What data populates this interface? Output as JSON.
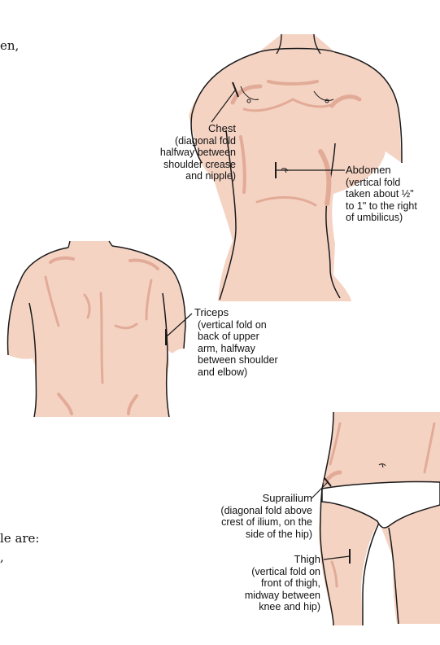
{
  "page_fragments": {
    "top": "en,",
    "bottom1": "le are:",
    "bottom2": ","
  },
  "sites": {
    "chest": {
      "title": "Chest",
      "lines": [
        "(diagonal fold",
        "halfway between",
        "shoulder crease",
        "and nipple)"
      ]
    },
    "abdomen": {
      "title": "Abdomen",
      "lines": [
        "(vertical fold",
        "taken about ½\"",
        "to 1\" to the right",
        "of umbilicus)"
      ]
    },
    "triceps": {
      "title": "Triceps",
      "lines": [
        "(vertical fold on",
        "back of upper",
        "arm, halfway",
        "between shoulder",
        "and elbow)"
      ]
    },
    "suprailium": {
      "title": "Suprailium",
      "lines": [
        "(diagonal fold above",
        "crest of ilium, on the",
        "side of the hip)"
      ]
    },
    "thigh": {
      "title": "Thigh",
      "lines": [
        "(vertical fold on",
        "front of thigh,",
        "midway between",
        "knee and hip)"
      ]
    }
  },
  "colors": {
    "skin": "#f5d3c3",
    "shadow": "#e2ab98",
    "outline": "#1a1a1a"
  },
  "icons": [
    "chest-torso-figure",
    "back-torso-figure",
    "hip-thigh-figure"
  ]
}
